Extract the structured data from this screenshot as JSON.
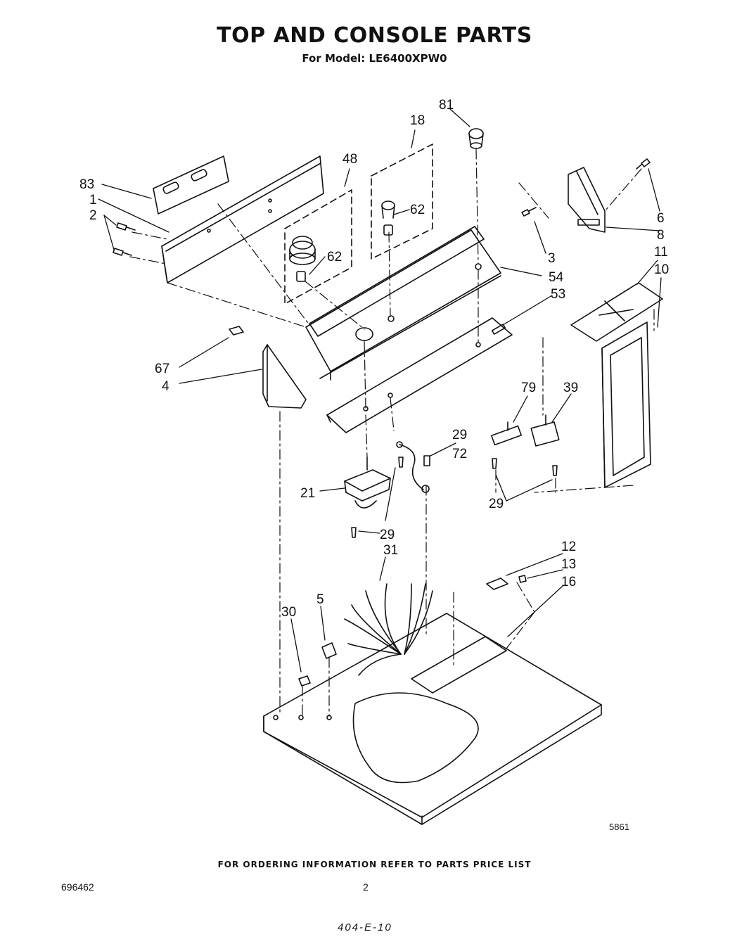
{
  "header": {
    "title": "TOP AND CONSOLE PARTS",
    "subtitle": "For Model: LE6400XPW0"
  },
  "callouts": [
    "81",
    "18",
    "48",
    "83",
    "1",
    "2",
    "62",
    "62",
    "6",
    "8",
    "3",
    "54",
    "53",
    "11",
    "10",
    "67",
    "4",
    "79",
    "39",
    "29",
    "72",
    "21",
    "29",
    "29",
    "31",
    "12",
    "13",
    "16",
    "5",
    "30"
  ],
  "figure_number": "5861",
  "footer": {
    "ordering_note": "FOR ORDERING INFORMATION REFER TO PARTS PRICE LIST",
    "doc_number": "696462",
    "page_number": "2",
    "handwritten_code": "404-E-10"
  }
}
